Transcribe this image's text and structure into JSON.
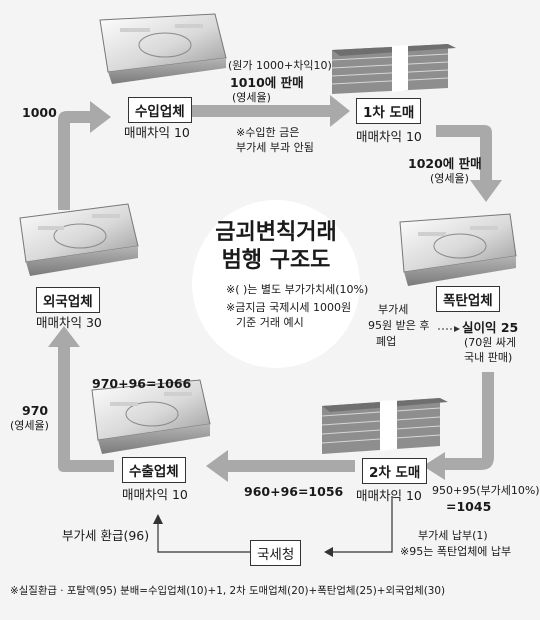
{
  "title_line1": "금괴변칙거래",
  "title_line2": "범행 구조도",
  "center_note1": "※(  )는 별도 부가가치세(10%)",
  "center_note2a": "※금지금 국제시세 1000원",
  "center_note2b": "기준 거래 예시",
  "nodes": {
    "importer": {
      "label": "수입업체",
      "margin": "매매차익 10"
    },
    "wholesale1": {
      "label": "1차 도매",
      "margin": "매매차익 10"
    },
    "bomb": {
      "label": "폭탄업체"
    },
    "wholesale2": {
      "label": "2차 도매",
      "margin": "매매차익 10"
    },
    "exporter": {
      "label": "수출업체",
      "margin": "매매차익 10"
    },
    "foreign": {
      "label": "외국업체",
      "margin": "매매차익 30"
    },
    "taxoffice": {
      "label": "국세청"
    }
  },
  "edges": {
    "import_to_w1_line1": "(원가 1000+차익10)",
    "import_to_w1_line2": "1010에 판매",
    "import_to_w1_line3": "(영세율)",
    "import_note_line1": "※수입한 금은",
    "import_note_line2": "부가세 부과 안됨",
    "w1_to_bomb_line1": "1020에 판매",
    "w1_to_bomb_line2": "(영세율)",
    "bomb_vat_line1": "부가세",
    "bomb_vat_line2": "95원 받은 후",
    "bomb_vat_line3": "폐업",
    "bomb_profit_line1": "실이익 25",
    "bomb_profit_line2": "(70원 싸게",
    "bomb_profit_line3": "국내 판매)",
    "bomb_to_w2_line1": "950+95(부가세10%)",
    "bomb_to_w2_line2": "=1045",
    "w2_to_exp": "960+96=1056",
    "exp_price": "970+96=1066",
    "foreign_to_imp": "1000",
    "exp_to_foreign_line1": "970",
    "exp_to_foreign_line2": "(영세율)",
    "w2_pay_line1": "부가세 납부(1)",
    "w2_pay_line2": "※95는 폭탄업체에 납부",
    "refund": "부가세 환급(96)"
  },
  "footnote": "※실질환급 · 포탈액(95) 분배=수입업체(10)+1, 2차 도매업체(20)+폭탄업체(25)+외국업체(30)",
  "colors": {
    "arrow": "#a9a9a9",
    "background": "#f4f4f4",
    "circle": "#ffffff",
    "box_border": "#333333"
  }
}
